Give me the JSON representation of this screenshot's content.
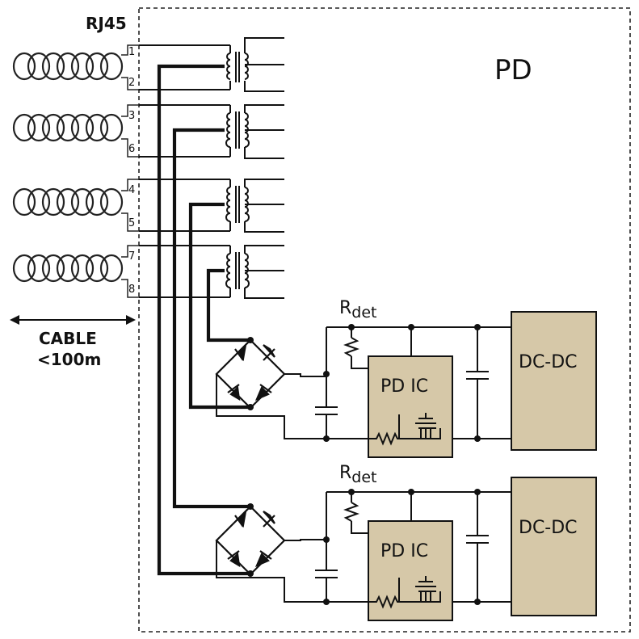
{
  "connector_label": "RJ45",
  "pd_label": "PD",
  "cable": {
    "line1": "CABLE",
    "line2": "<100m"
  },
  "pins": [
    "1",
    "2",
    "3",
    "6",
    "4",
    "5",
    "7",
    "8"
  ],
  "rdet": {
    "main": "R",
    "sub": "det"
  },
  "pd_ic_label": "PD IC",
  "dcdc_label": "DC-DC",
  "colors": {
    "block_fill": "#d6c8a8",
    "wire": "#111111"
  }
}
